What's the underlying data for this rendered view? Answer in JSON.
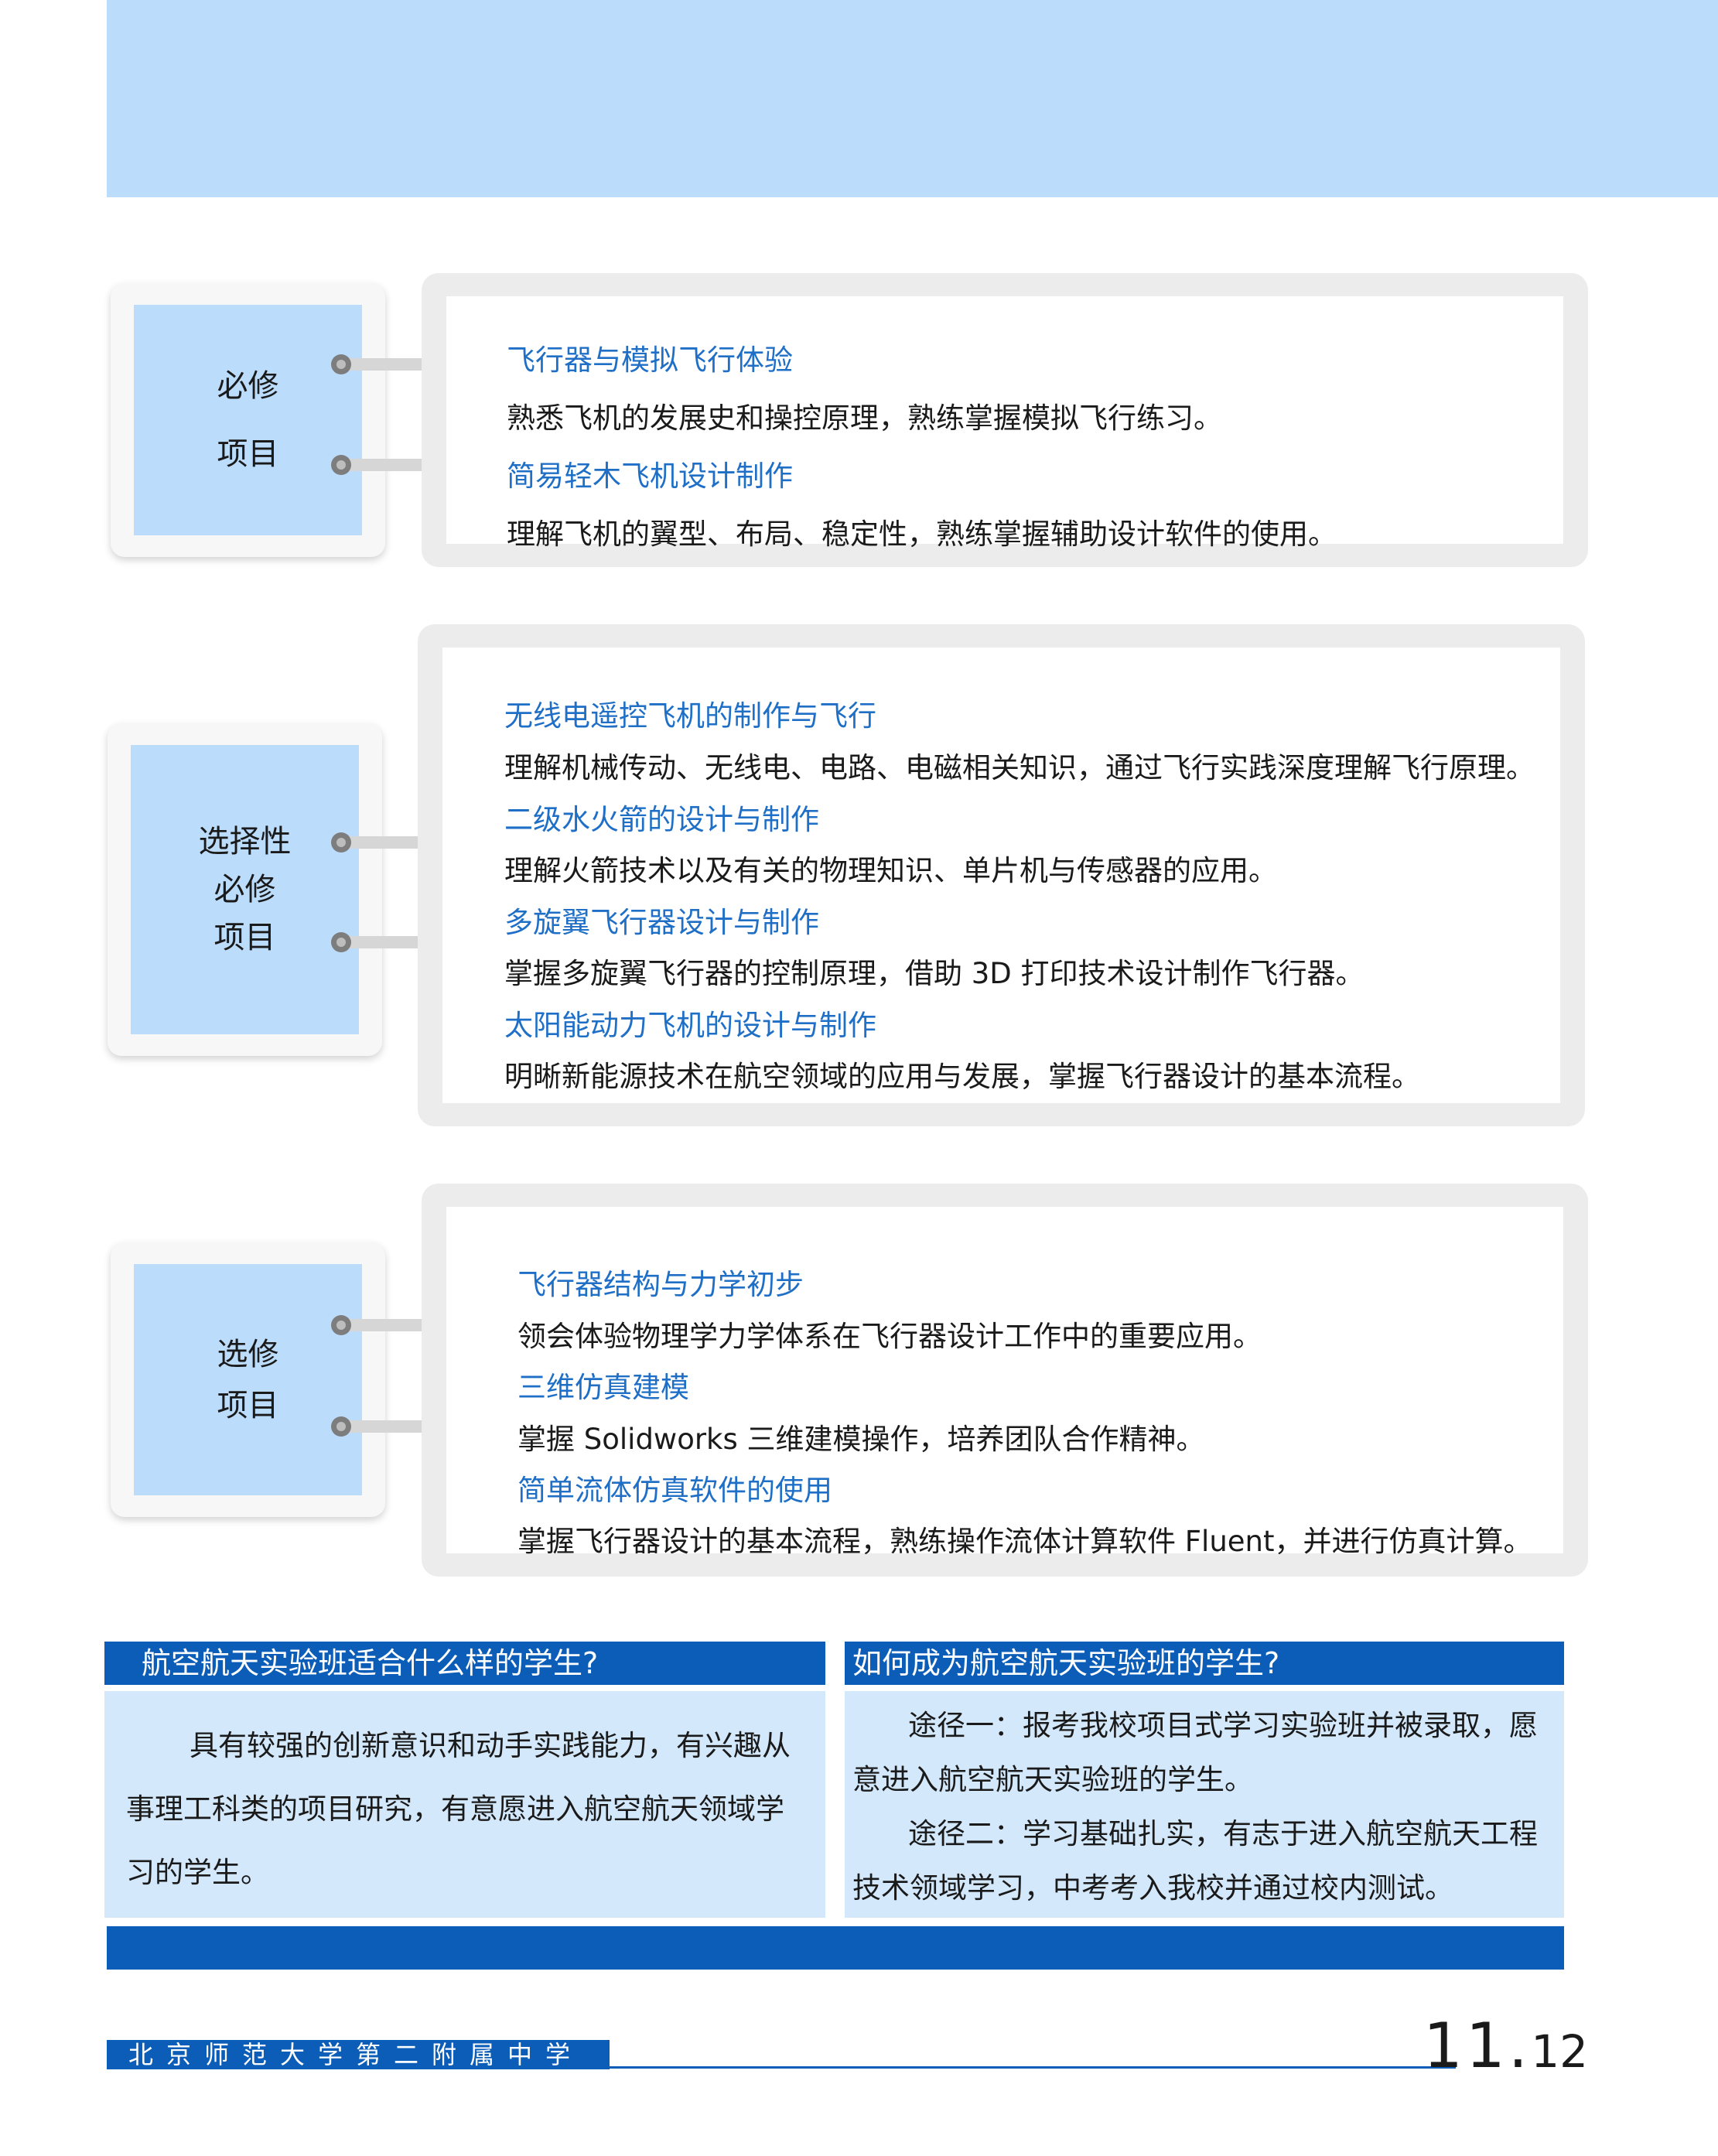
{
  "sections": [
    {
      "label_lines": [
        "必修",
        "项目"
      ],
      "items": [
        {
          "title": "飞行器与模拟飞行体验",
          "desc": "熟悉飞机的发展史和操控原理，熟练掌握模拟飞行练习。"
        },
        {
          "title": "简易轻木飞机设计制作",
          "desc": "理解飞机的翼型、布局、稳定性，熟练掌握辅助设计软件的使用。"
        }
      ]
    },
    {
      "label_lines": [
        "选择性",
        "必修",
        "项目"
      ],
      "items": [
        {
          "title": "无线电遥控飞机的制作与飞行",
          "desc": "理解机械传动、无线电、电路、电磁相关知识，通过飞行实践深度理解飞行原理。"
        },
        {
          "title": "二级水火箭的设计与制作",
          "desc": "理解火箭技术以及有关的物理知识、单片机与传感器的应用。"
        },
        {
          "title": "多旋翼飞行器设计与制作",
          "desc": "掌握多旋翼飞行器的控制原理，借助 3D 打印技术设计制作飞行器。"
        },
        {
          "title": "太阳能动力飞机的设计与制作",
          "desc": "明晰新能源技术在航空领域的应用与发展，掌握飞行器设计的基本流程。"
        }
      ]
    },
    {
      "label_lines": [
        "选修",
        "项目"
      ],
      "items": [
        {
          "title": "飞行器结构与力学初步",
          "desc": "领会体验物理学力学体系在飞行器设计工作中的重要应用。"
        },
        {
          "title": "三维仿真建模",
          "desc": "掌握 Solidworks 三维建模操作，培养团队合作精神。"
        },
        {
          "title": "简单流体仿真软件的使用",
          "desc": "掌握飞行器设计的基本流程，熟练操作流体计算软件 Fluent，并进行仿真计算。"
        }
      ]
    }
  ],
  "info_left": {
    "heading": "航空航天实验班适合什么样的学生?",
    "lines": [
      "具有较强的创新意识和动手实践能力，有兴趣从",
      "事理工科类的项目研究，有意愿进入航空航天领域学",
      "习的学生。"
    ]
  },
  "info_right": {
    "heading": "如何成为航空航天实验班的学生?",
    "lines": [
      "途径一：报考我校项目式学习实验班并被录取，愿",
      "意进入航空航天实验班的学生。",
      "途径二：学习基础扎实，有志于进入航空航天工程",
      "技术领域学习，中考考入我校并通过校内测试。"
    ]
  },
  "footer": {
    "school": "北京师范大学第二附属中学",
    "page_big": "11.",
    "page_small": "12"
  },
  "colors": {
    "light_blue": "#bcdcfb",
    "dark_blue": "#0b5db8",
    "title_blue": "#1f6fc7",
    "pale_blue": "#d4e8fb"
  }
}
